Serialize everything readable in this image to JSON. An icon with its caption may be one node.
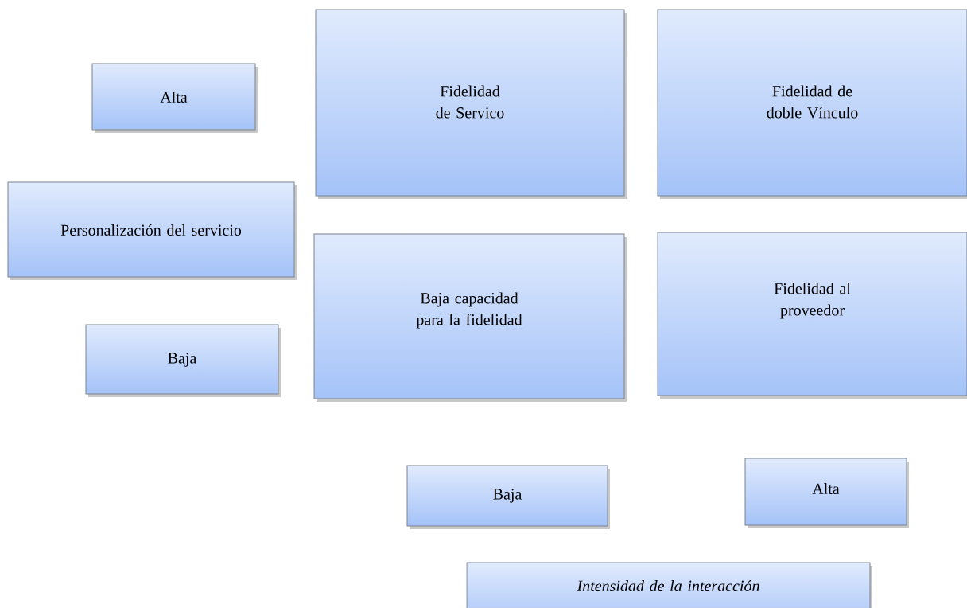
{
  "diagram": {
    "nodes": [
      {
        "text": [
          "Alta"
        ]
      },
      {
        "text": [
          "Fidelidad de Servico"
        ]
      },
      {
        "text": [
          "Fidelidad de doble Vínculo"
        ]
      },
      {
        "text": [
          "Personalización del servicio"
        ]
      },
      {
        "text": [
          "Baja capacidad para la fidelidad"
        ]
      },
      {
        "text": [
          "Fidelidad al proveedor"
        ]
      },
      {
        "text": [
          "Baja"
        ]
      },
      {
        "text": [
          "Baja"
        ]
      },
      {
        "text": [
          "Alta"
        ]
      },
      {
        "text": [
          "Intensidad de la interacción"
        ]
      }
    ]
  }
}
